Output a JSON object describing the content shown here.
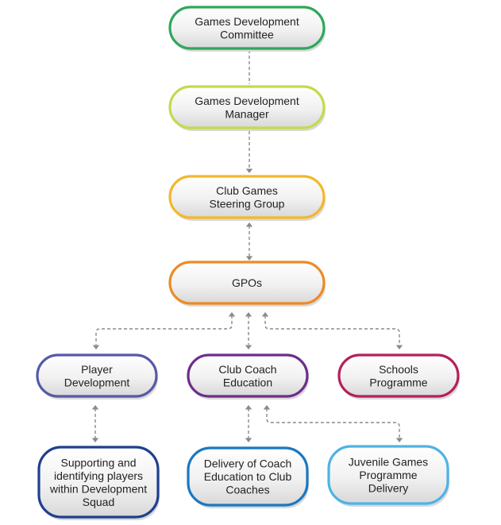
{
  "nodes": [
    {
      "id": "committee",
      "lines": [
        "Games Development",
        "Committee"
      ],
      "color": "#2ea85a"
    },
    {
      "id": "manager",
      "lines": [
        "Games Development",
        "Manager"
      ],
      "color": "#c6d94c"
    },
    {
      "id": "steering",
      "lines": [
        "Club Games",
        "Steering Group"
      ],
      "color": "#f2b82b"
    },
    {
      "id": "gpos",
      "lines": [
        "GPOs"
      ],
      "color": "#ee8a25"
    },
    {
      "id": "player-dev",
      "lines": [
        "Player",
        "Development"
      ],
      "color": "#555aa6"
    },
    {
      "id": "coach-ed",
      "lines": [
        "Club Coach",
        "Education"
      ],
      "color": "#6c2d8c"
    },
    {
      "id": "schools",
      "lines": [
        "Schools",
        "Programme"
      ],
      "color": "#b51f5c"
    },
    {
      "id": "supporting",
      "lines": [
        "Supporting and",
        "identifying players",
        "within Development",
        "Squad"
      ],
      "color": "#1f3f8f"
    },
    {
      "id": "delivery-coach",
      "lines": [
        "Delivery of Coach",
        "Education to Club",
        "Coaches"
      ],
      "color": "#1a78c2"
    },
    {
      "id": "juvenile",
      "lines": [
        "Juvenile Games",
        "Programme",
        "Delivery"
      ],
      "color": "#4db3e6"
    }
  ]
}
